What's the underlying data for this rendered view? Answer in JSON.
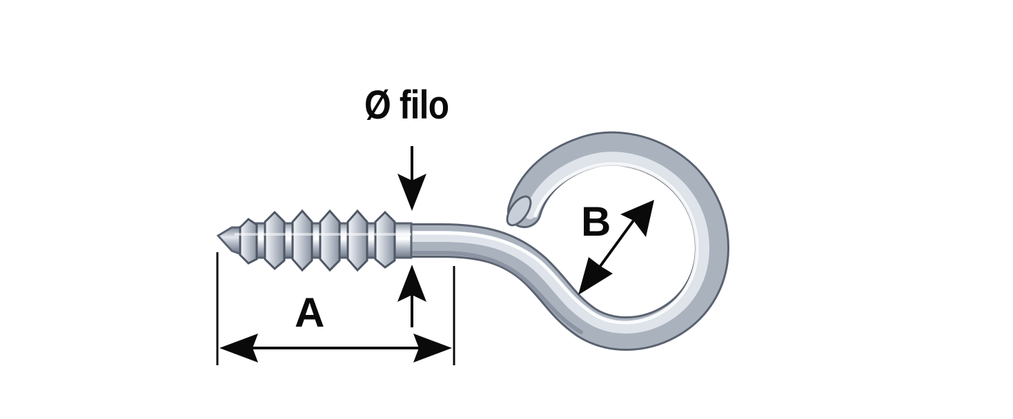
{
  "diagram": {
    "subject": "screw-eye",
    "labels": {
      "wire_diameter": "Ø filo",
      "shank_length": "A",
      "eye_diameter": "B"
    },
    "colors": {
      "metal_light": "#eef1f6",
      "metal_mid": "#c3cad5",
      "metal_dark": "#7e8796",
      "outline": "#5a6270",
      "arrows": "#0a0a0a",
      "text": "#0a0a0a",
      "background": "#ffffff"
    }
  }
}
